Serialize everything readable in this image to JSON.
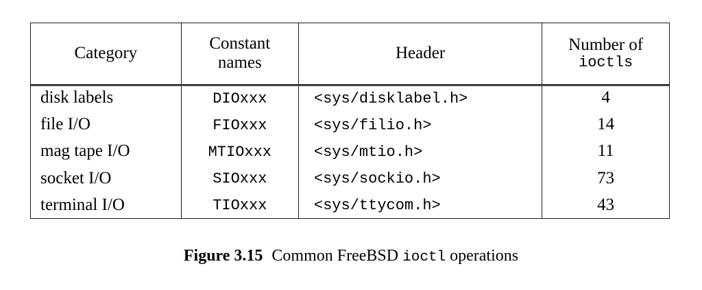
{
  "figure": {
    "caption_label": "Figure 3.15",
    "caption_text_before": "Common FreeBSD",
    "caption_code": "ioctl",
    "caption_text_after": "operations"
  },
  "table": {
    "columns": [
      {
        "id": "category",
        "label": "Category",
        "label_line2": "",
        "align": "left"
      },
      {
        "id": "constant_names",
        "label": "Constant",
        "label_line2": "names",
        "align": "center"
      },
      {
        "id": "header",
        "label": "Header",
        "label_line2": "",
        "align": "left"
      },
      {
        "id": "count",
        "label": "Number of",
        "label_line2": "ioctls",
        "align": "center"
      }
    ],
    "rows": [
      {
        "category": "disk labels",
        "constant_names": "DIOxxx",
        "header": "<sys/disklabel.h>",
        "count": "4"
      },
      {
        "category": "file I/O",
        "constant_names": "FIOxxx",
        "header": "<sys/filio.h>",
        "count": "14"
      },
      {
        "category": "mag tape I/O",
        "constant_names": "MTIOxxx",
        "header": "<sys/mtio.h>",
        "count": "11"
      },
      {
        "category": "socket I/O",
        "constant_names": "SIOxxx",
        "header": "<sys/sockio.h>",
        "count": "73"
      },
      {
        "category": "terminal I/O",
        "constant_names": "TIOxxx",
        "header": "<sys/ttycom.h>",
        "count": "43"
      }
    ]
  },
  "colors": {
    "text": "#000000",
    "border": "#1a1a1a",
    "double_rule": "#4a4a4a",
    "background": "#ffffff"
  }
}
